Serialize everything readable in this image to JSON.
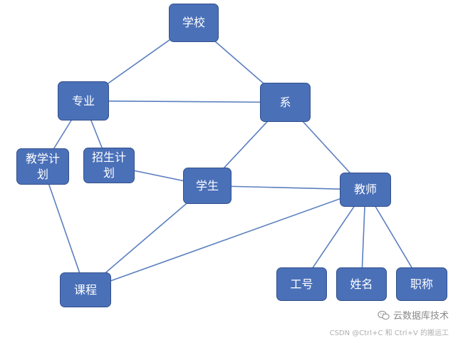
{
  "colors": {
    "node_fill": "#4a70b8",
    "node_border": "#33508c",
    "edge": "#5b7fc0",
    "node_text": "#ffffff"
  },
  "nodes": [
    {
      "id": "school",
      "label": "学校"
    },
    {
      "id": "major",
      "label": "专业"
    },
    {
      "id": "department",
      "label": "系"
    },
    {
      "id": "teach-plan",
      "label": "教学计\n划"
    },
    {
      "id": "enroll-plan",
      "label": "招生计\n划"
    },
    {
      "id": "student",
      "label": "学生"
    },
    {
      "id": "teacher",
      "label": "教师"
    },
    {
      "id": "course",
      "label": "课程"
    },
    {
      "id": "employee-no",
      "label": "工号"
    },
    {
      "id": "name",
      "label": "姓名"
    },
    {
      "id": "title",
      "label": "职称"
    }
  ],
  "edges": [
    [
      "school",
      "major"
    ],
    [
      "school",
      "department"
    ],
    [
      "major",
      "department"
    ],
    [
      "major",
      "teach-plan"
    ],
    [
      "major",
      "enroll-plan"
    ],
    [
      "department",
      "student"
    ],
    [
      "department",
      "teacher"
    ],
    [
      "enroll-plan",
      "student"
    ],
    [
      "student",
      "teacher"
    ],
    [
      "student",
      "course"
    ],
    [
      "teach-plan",
      "course"
    ],
    [
      "teacher",
      "course"
    ],
    [
      "teacher",
      "employee-no"
    ],
    [
      "teacher",
      "name"
    ],
    [
      "teacher",
      "title"
    ]
  ],
  "watermark": {
    "brand": "云数据库技术",
    "brand_icon": "wechat-icon",
    "credit": "CSDN @Ctrl+C 和 Ctrl+V 的搬运工"
  }
}
